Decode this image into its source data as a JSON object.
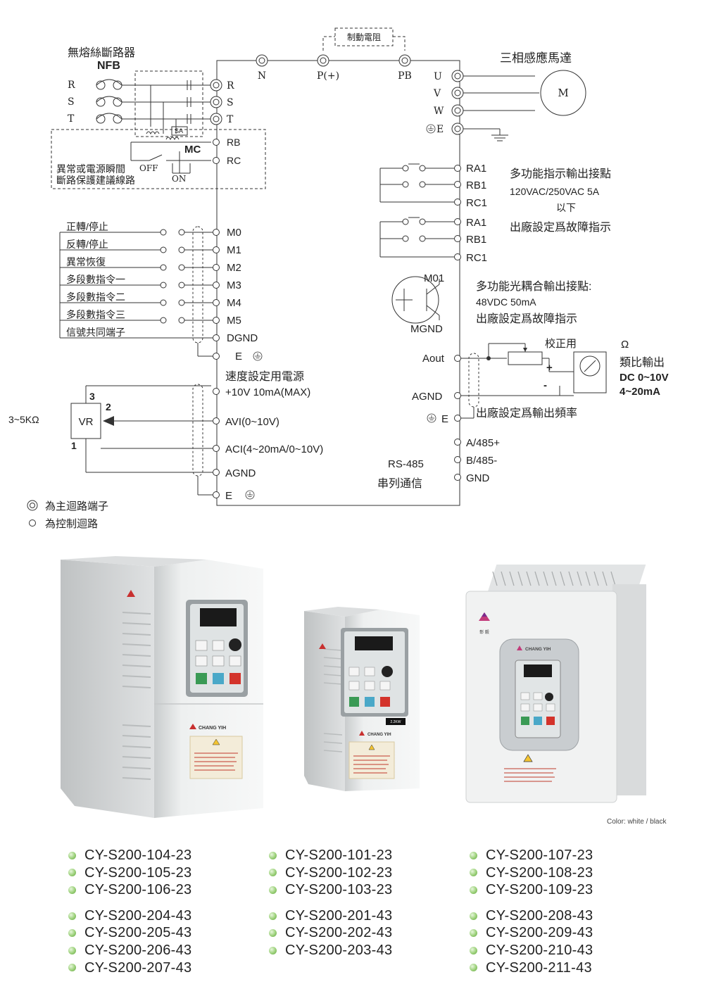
{
  "diagram": {
    "braking_resistor": "制動電阻",
    "nfb_cn": "無熔絲斷路器",
    "nfb": "NFB",
    "motor_title": "三相感應馬達",
    "motor": "M",
    "power_inputs": [
      "R",
      "S",
      "T"
    ],
    "terminal_rst": [
      "R",
      "S",
      "T"
    ],
    "top_terminals": [
      "N",
      "P(+)",
      "PB"
    ],
    "uvw": [
      "U",
      "V",
      "W"
    ],
    "ground_e": "E",
    "mc": "MC",
    "sa": "SA",
    "off": "OFF",
    "on": "ON",
    "rb": "RB",
    "rc": "RC",
    "protection_note_1": "異常或電源瞬間",
    "protection_note_2": "斷路保護建議線路",
    "inputs": [
      "正轉/停止",
      "反轉/停止",
      "異常恢復",
      "多段數指令一",
      "多段數指令二",
      "多段數指令三",
      "信號共同端子"
    ],
    "input_terminals": [
      "M0",
      "M1",
      "M2",
      "M3",
      "M4",
      "M5",
      "DGND"
    ],
    "e_left": "E",
    "speed_power_title": "速度設定用電源",
    "plus10v": "+10V 10mA(MAX)",
    "avi": "AVI(0~10V)",
    "aci": "ACI(4~20mA/0~10V)",
    "agnd": "AGND",
    "e_bottom": "E",
    "vr": "VR",
    "vr_range": "3~5KΩ",
    "vr_pins": [
      "3",
      "2",
      "1"
    ],
    "relay1": [
      "RA1",
      "RB1",
      "RC1"
    ],
    "relay2": [
      "RA1",
      "RB1",
      "RC1"
    ],
    "relay_desc_1": "多功能指示輸出接點",
    "relay_desc_2": "120VAC/250VAC 5A",
    "relay_desc_3": "以下",
    "relay_desc_4": "出廠設定爲故障指示",
    "m01": "M01",
    "mgnd": "MGND",
    "opto_desc_1": "多功能光耦合輸出接點:",
    "opto_desc_2": "48VDC 50mA",
    "opto_desc_3": "出廠設定爲故障指示",
    "aout": "Aout",
    "agnd_right": "AGND",
    "e_right": "E",
    "calibrate": "校正用",
    "ohm": "Ω",
    "analog_out_1": "類比輸出",
    "analog_out_2": "DC 0~10V",
    "analog_out_3": "4~20mA",
    "plus": "+",
    "minus": "-",
    "analog_default": "出廠設定爲輸出頻率",
    "rs485": "RS-485",
    "serial": "串列通信",
    "rs485_terminals": [
      "A/485+",
      "B/485-",
      "GND"
    ],
    "legend_main": "為主迴路端子",
    "legend_control": "為控制迴路"
  },
  "product": {
    "brand": "CHANG YIH",
    "brand_cn": "彰 毅",
    "rating_badge": "2.2KW",
    "color_note": "Color: white / black"
  },
  "models": {
    "col1": {
      "group1": [
        "CY-S200-104-23",
        "CY-S200-105-23",
        "CY-S200-106-23"
      ],
      "group2": [
        "CY-S200-204-43",
        "CY-S200-205-43",
        "CY-S200-206-43",
        "CY-S200-207-43"
      ]
    },
    "col2": {
      "group1": [
        "CY-S200-101-23",
        "CY-S200-102-23",
        "CY-S200-103-23"
      ],
      "group2": [
        "CY-S200-201-43",
        "CY-S200-202-43",
        "CY-S200-203-43"
      ]
    },
    "col3": {
      "group1": [
        "CY-S200-107-23",
        "CY-S200-108-23",
        "CY-S200-109-23"
      ],
      "group2": [
        "CY-S200-208-43",
        "CY-S200-209-43",
        "CY-S200-210-43",
        "CY-S200-211-43"
      ]
    }
  },
  "colors": {
    "bullet": "#8cc86a",
    "line": "#333333",
    "panel": "#1a1a1a"
  }
}
